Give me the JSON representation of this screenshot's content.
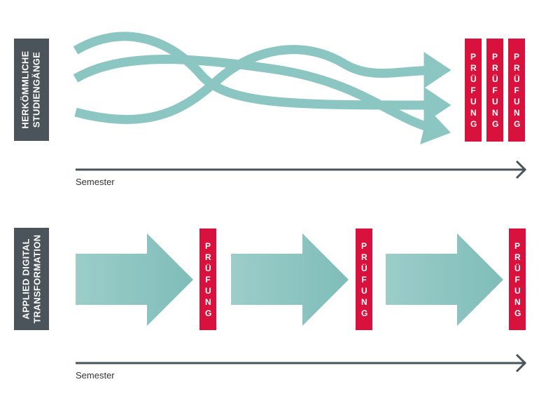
{
  "top": {
    "label": "HERKÖMMLICHE\nSTUDIENGÄNGE",
    "exams": [
      "PRÜFUNG",
      "PRÜFUNG",
      "PRÜFUNG"
    ],
    "axis_label": "Semester"
  },
  "bottom": {
    "label": "APPLIED DIGITAL\nTRANSFORMATION",
    "exams": [
      "PRÜFUNG",
      "PRÜFUNG",
      "PRÜFUNG"
    ],
    "axis_label": "Semester"
  },
  "colors": {
    "teal": "#8cc6c2",
    "red": "#d8123c",
    "dark": "#4a545a"
  }
}
